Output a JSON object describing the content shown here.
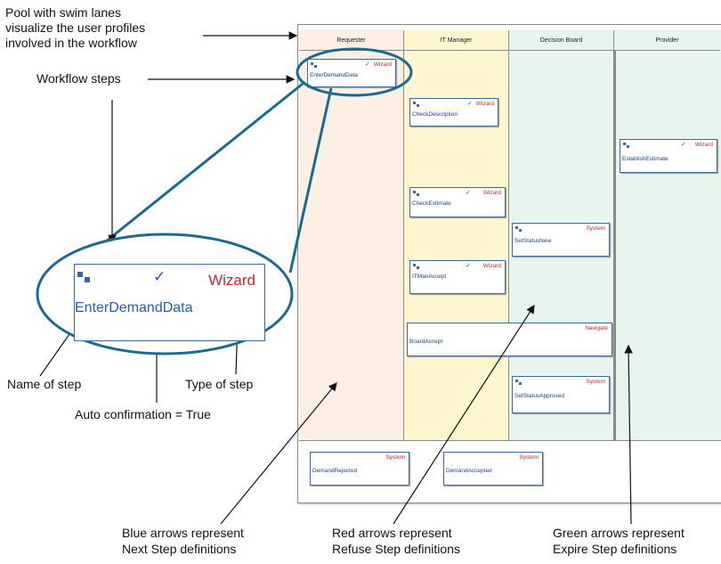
{
  "annotations": {
    "pool_line1": "Pool with swim lanes",
    "pool_line2": "visualize the user profiles",
    "pool_line3": "involved in the workflow",
    "workflow_steps": "Workflow steps",
    "name_of_step": "Name of step",
    "type_of_step": "Type of step",
    "auto_confirmation": "Auto confirmation = True",
    "blue_line1": "Blue arrows represent",
    "blue_line2": "Next Step definitions",
    "red_line1": "Red arrows represent",
    "red_line2": "Refuse Step definitions",
    "green_line1": "Green arrows represent",
    "green_line2": "Expire Step definitions"
  },
  "lanes": [
    {
      "label": "Requester",
      "color": "#fbf0e3"
    },
    {
      "label": "IT Manager",
      "color": "#fdf6cf"
    },
    {
      "label": "Decision Board",
      "color": "#e6f6ef"
    },
    {
      "label": "Provider",
      "color": "#e6f6ef"
    }
  ],
  "steps": {
    "enter_demand": {
      "name": "EnterDemandData",
      "type": "Wizard",
      "check": "✓"
    },
    "check_description": {
      "name": "CheckDescription",
      "type": "Wizard",
      "check": "✓"
    },
    "establish_estimate": {
      "name": "EstablishEstimate",
      "type": "Wizard",
      "check": "✓"
    },
    "check_estimate": {
      "name": "CheckEstimate",
      "type": "Wizard",
      "check": "✓"
    },
    "set_status_new": {
      "name": "SetStatusNew",
      "type": "System",
      "check": ""
    },
    "it_man_accept": {
      "name": "ITManAccept",
      "type": "Wizard",
      "check": "✓"
    },
    "board_accept": {
      "name": "BoardAccept",
      "type": "Navigate",
      "check": ""
    },
    "set_status_approved": {
      "name": "SetStatusApproved",
      "type": "System",
      "check": ""
    },
    "demand_rejected": {
      "name": "DemandRejected",
      "type": "System",
      "check": ""
    },
    "demand_accepted": {
      "name": "DemandAccepted",
      "type": "System",
      "check": ""
    }
  },
  "zoom": {
    "name": "EnterDemandData",
    "type": "Wizard",
    "check": "✓"
  },
  "colors": {
    "next": "#3a67a8",
    "refuse": "#e8504a",
    "expire": "#2e9a2e",
    "highlight": "#1b6b8f"
  }
}
